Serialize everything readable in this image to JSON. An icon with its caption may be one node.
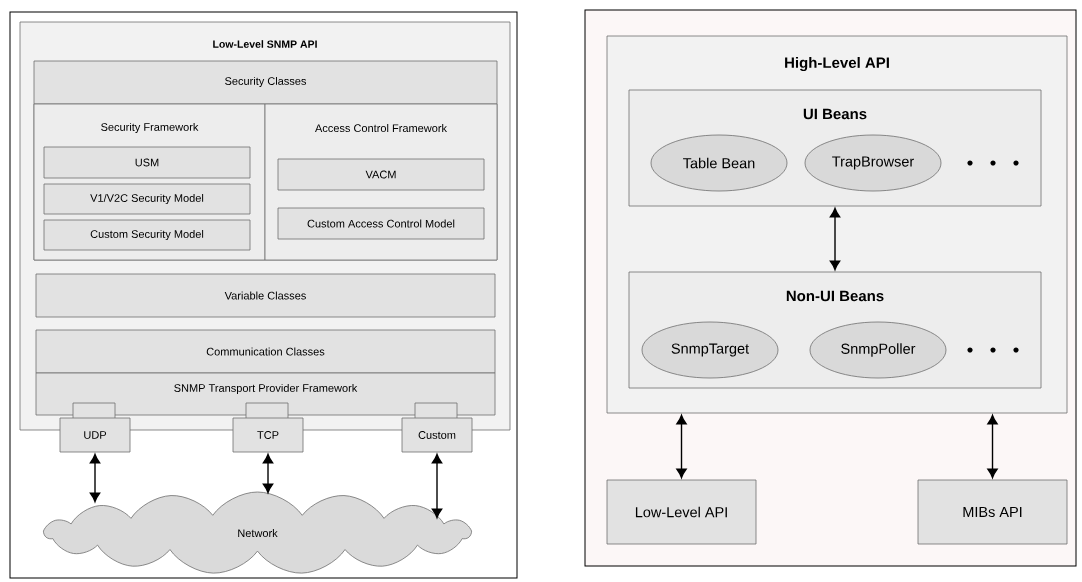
{
  "diagram": {
    "nodes": [
      {
        "text": [
          "Low-Level SNMP API"
        ]
      },
      {
        "text": [
          "Security Classes"
        ],
        "in": 0
      },
      {
        "text": [
          "Security Framework"
        ],
        "in": 1
      },
      {
        "text": [
          "USM"
        ],
        "in": 2
      },
      {
        "text": [
          "V1/V2C Security Model"
        ],
        "in": 2
      },
      {
        "text": [
          "Custom Security Model"
        ],
        "in": 2
      },
      {
        "text": [
          "Access Control Framework"
        ],
        "in": 1
      },
      {
        "text": [
          "VACM"
        ],
        "in": 6
      },
      {
        "text": [
          "Custom Access Control Model"
        ],
        "in": 6
      },
      {
        "text": [
          "Variable Classes"
        ],
        "in": 0
      },
      {
        "text": [
          "Communication Classes"
        ],
        "in": 0
      },
      {
        "text": [
          "SNMP Transport Provider Framework"
        ],
        "in": 0
      },
      {
        "text": [
          "UDP"
        ]
      },
      {
        "text": [
          "TCP"
        ]
      },
      {
        "text": [
          "Custom"
        ]
      },
      {
        "text": [
          "Network"
        ]
      },
      {
        "text": [
          "High-Level API"
        ]
      },
      {
        "text": [
          "UI Beans"
        ],
        "in": 16
      },
      {
        "text": [
          "Table Bean"
        ],
        "in": 17
      },
      {
        "text": [
          "TrapBrowser"
        ],
        "in": 17
      },
      {
        "text": [
          "Non-UI Beans"
        ],
        "in": 16
      },
      {
        "text": [
          "SnmpTarget"
        ],
        "in": 20
      },
      {
        "text": [
          "SnmpPoller"
        ],
        "in": 20
      },
      {
        "text": [
          "Low-Level API"
        ]
      },
      {
        "text": [
          "MIBs API"
        ]
      }
    ],
    "edges": [
      {
        "from": 12,
        "to": 15,
        "arrow": "both"
      },
      {
        "from": 13,
        "to": 15,
        "arrow": "both"
      },
      {
        "from": 14,
        "to": 15,
        "arrow": "both"
      },
      {
        "from": 17,
        "to": 20,
        "arrow": "both"
      },
      {
        "from": 16,
        "to": 23,
        "arrow": "both"
      },
      {
        "from": 16,
        "to": 24,
        "arrow": "both"
      }
    ]
  }
}
